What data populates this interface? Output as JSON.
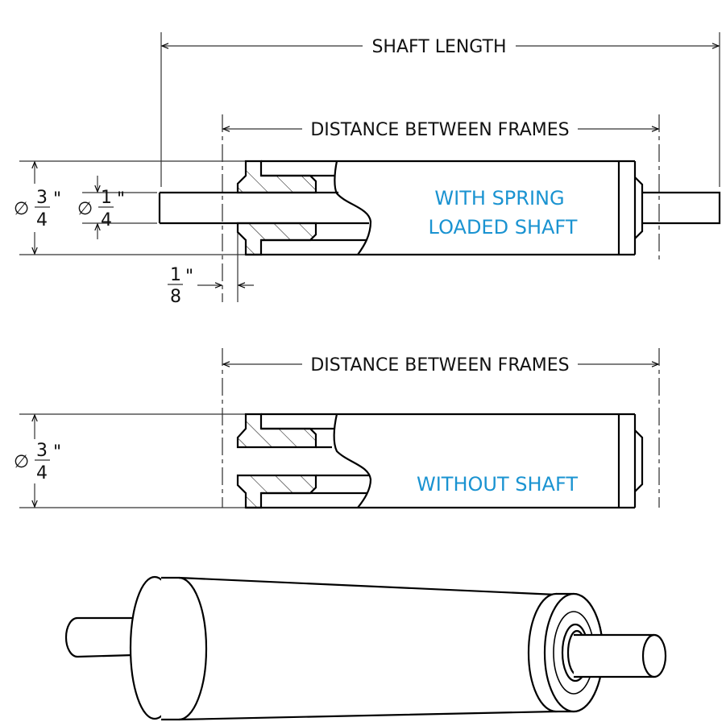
{
  "top_view": {
    "shaft_length_label": "SHAFT LENGTH",
    "distance_label": "DISTANCE BETWEEN FRAMES",
    "caption_line1": "WITH SPRING",
    "caption_line2": "LOADED SHAFT",
    "outer_diameter": {
      "symbol": "∅",
      "num": "3",
      "den": "4",
      "unit": "\""
    },
    "shaft_diameter": {
      "symbol": "∅",
      "num": "1",
      "den": "4",
      "unit": "\""
    },
    "offset": {
      "num": "1",
      "den": "8",
      "unit": "\""
    }
  },
  "middle_view": {
    "distance_label": "DISTANCE BETWEEN FRAMES",
    "caption": "WITHOUT SHAFT",
    "outer_diameter": {
      "symbol": "∅",
      "num": "3",
      "den": "4",
      "unit": "\""
    }
  },
  "colors": {
    "caption": "#1a93d1"
  }
}
